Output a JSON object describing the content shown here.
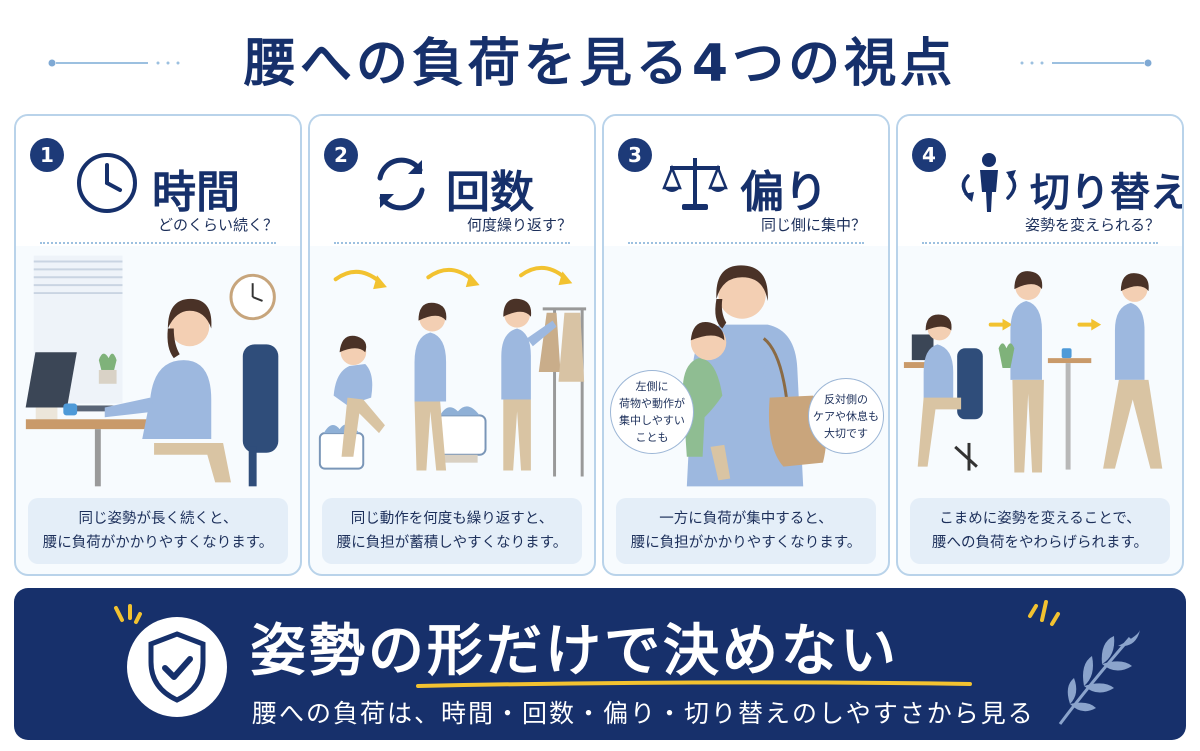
{
  "title": "腰への負荷を見る4つの視点",
  "cards": [
    {
      "number": "1",
      "title": "時間",
      "subtitle": "どのくらい続く？",
      "icon": "clock-icon",
      "caption": [
        "同じ姿勢が長く続くと、",
        "腰に負荷がかかりやすくなります。"
      ]
    },
    {
      "number": "2",
      "title": "回数",
      "subtitle": "何度繰り返す？",
      "icon": "repeat-arrows-icon",
      "caption": [
        "同じ動作を何度も繰り返すと、",
        "腰に負担が蓄積しやすくなります。"
      ]
    },
    {
      "number": "3",
      "title": "偏り",
      "subtitle": "同じ側に集中？",
      "icon": "balance-scale-icon",
      "caption": [
        "一方に負荷が集中すると、",
        "腰に負担がかかりやすくなります。"
      ],
      "bubbles": {
        "left": [
          "左側に",
          "荷物や動作が",
          "集中しやすい",
          "ことも"
        ],
        "right": [
          "反対側の",
          "ケアや休息も",
          "大切です"
        ]
      }
    },
    {
      "number": "4",
      "title": "切り替え",
      "subtitle": "姿勢を変えられる？",
      "icon": "person-switch-icon",
      "caption": [
        "こまめに姿勢を変えることで、",
        "腰への負荷をやわらげられます。"
      ]
    }
  ],
  "banner": {
    "title": "姿勢の形だけで決めない",
    "subtitle": "腰への負荷は、時間・回数・偏り・切り替えのしやすさから見る",
    "icon": "shield-check-icon",
    "decor_icon": "leaf-branch-icon"
  },
  "colors": {
    "navy": "#16306b",
    "card_border": "#b9d3ea",
    "caption_bg": "#e4eef8",
    "accent_yellow": "#f2c230",
    "shirt_blue": "#9db8df"
  }
}
